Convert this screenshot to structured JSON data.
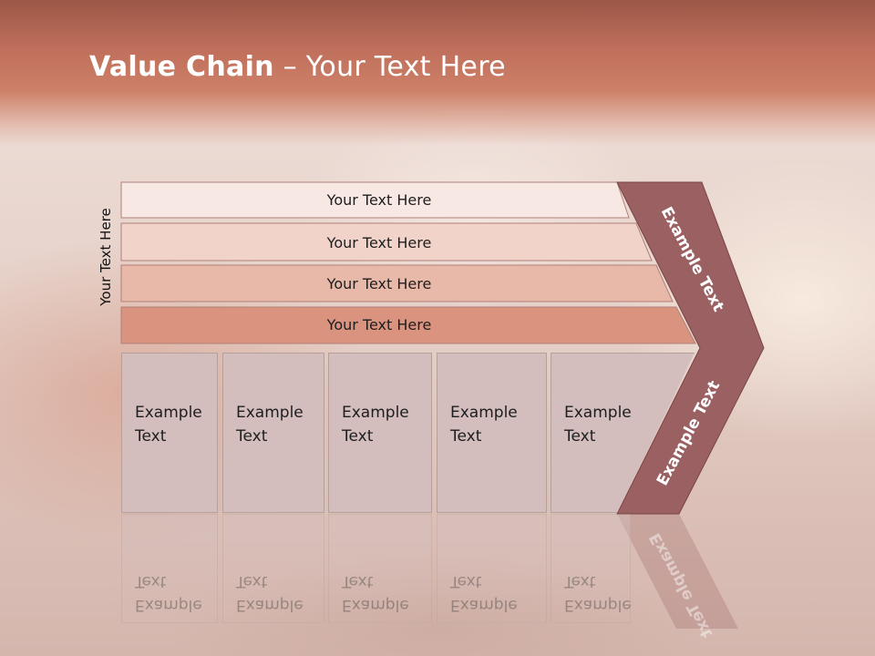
{
  "slide": {
    "title_bold": "Value Chain",
    "title_rest": " – Your Text Here",
    "side_label": "Your Text Here"
  },
  "rows": [
    {
      "label": "Your Text Here",
      "fill": "#f8e8e4"
    },
    {
      "label": "Your Text Here",
      "fill": "#f1d3ca"
    },
    {
      "label": "Your Text Here",
      "fill": "#e8b8a9"
    },
    {
      "label": "Your Text Here",
      "fill": "#d9937f"
    }
  ],
  "columns": [
    {
      "label": "Example\nText"
    },
    {
      "label": "Example\nText"
    },
    {
      "label": "Example\nText"
    },
    {
      "label": "Example\nText"
    },
    {
      "label": "Example\nText"
    }
  ],
  "arrow": {
    "upper_label": "Example Text",
    "lower_label": "Example Text",
    "fill": "#9a6062"
  },
  "colors": {
    "header": "#c0705c",
    "column_fill": "#d3bdbd"
  }
}
